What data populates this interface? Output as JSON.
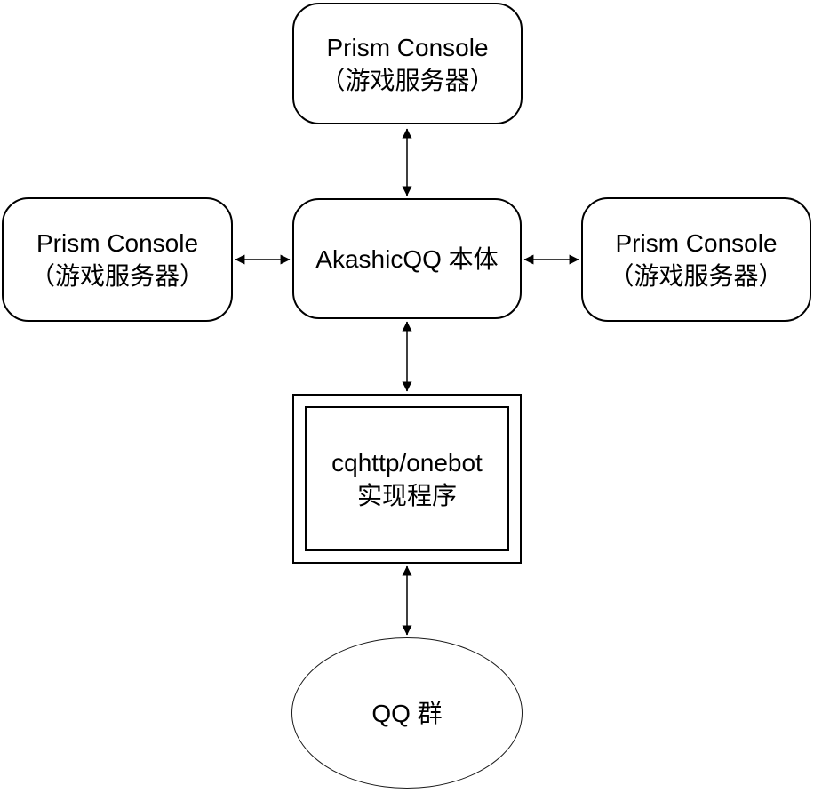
{
  "diagram": {
    "colors": {
      "background": "#ffffff",
      "node_border": "#000000",
      "arrow_shaft": "#3f3f3f",
      "arrow_head": "#000000",
      "text": "#000000"
    },
    "nodes": {
      "prism_top": {
        "shape": "rounded-rectangle",
        "line1": "Prism Console",
        "line2": "（游戏服务器）"
      },
      "prism_left": {
        "shape": "rounded-rectangle",
        "line1": "Prism Console",
        "line2": "（游戏服务器）"
      },
      "akashicqq": {
        "shape": "rounded-rectangle",
        "line1": "AkashicQQ 本体"
      },
      "prism_right": {
        "shape": "rounded-rectangle",
        "line1": "Prism Console",
        "line2": "（游戏服务器）"
      },
      "cqhttp": {
        "shape": "double-rectangle",
        "line1": "cqhttp/onebot",
        "line2": "实现程序"
      },
      "qq_group": {
        "shape": "ellipse",
        "line1": "QQ 群"
      }
    },
    "edges": [
      {
        "from": "prism_top",
        "to": "akashicqq",
        "direction": "bidirectional"
      },
      {
        "from": "prism_left",
        "to": "akashicqq",
        "direction": "bidirectional"
      },
      {
        "from": "prism_right",
        "to": "akashicqq",
        "direction": "bidirectional"
      },
      {
        "from": "akashicqq",
        "to": "cqhttp",
        "direction": "bidirectional"
      },
      {
        "from": "cqhttp",
        "to": "qq_group",
        "direction": "bidirectional"
      }
    ]
  }
}
